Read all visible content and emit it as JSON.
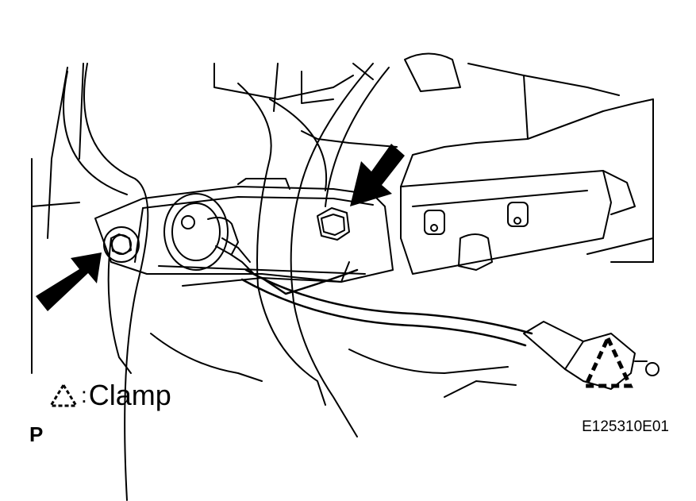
{
  "legend": {
    "symbol": ":",
    "label": "Clamp",
    "icon": "dashed-triangle-clamp-icon"
  },
  "page_letter": "P",
  "figure_code": "E125310E01",
  "colors": {
    "ink": "#000000",
    "paper": "#ffffff"
  }
}
